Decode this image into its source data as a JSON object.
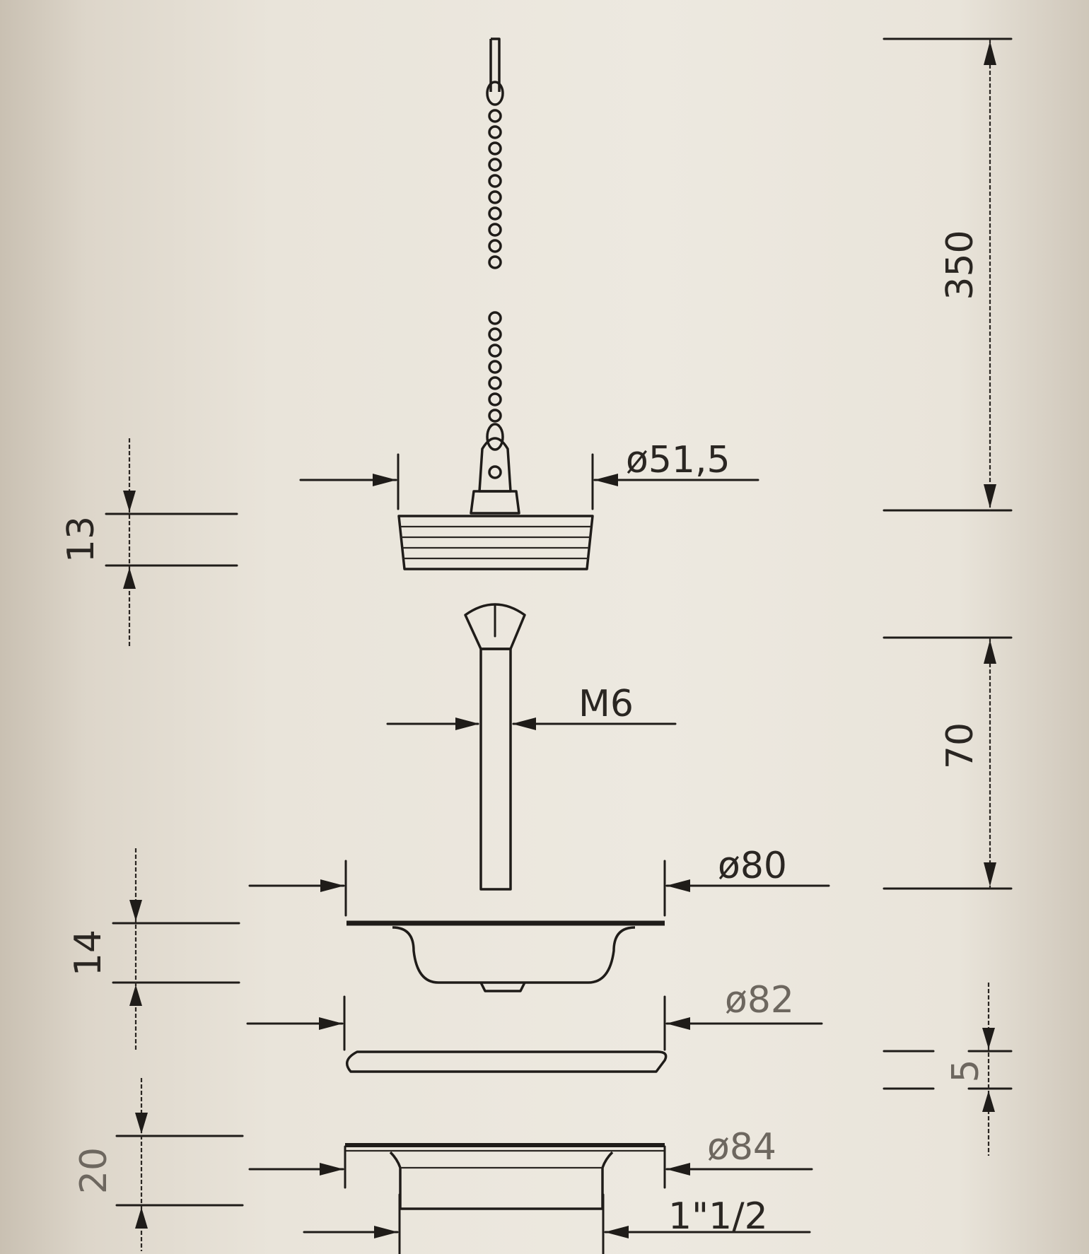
{
  "dimensions": {
    "chain_length": "350",
    "plug_diameter": "ø51,5",
    "plug_height": "13",
    "screw_thread": "M6",
    "screw_length": "70",
    "grid_diameter": "ø80",
    "grid_height": "14",
    "gasket_diameter": "ø82",
    "gasket_thickness": "5",
    "body_diameter": "ø84",
    "body_height": "20",
    "thread_size": "1\"1/2"
  },
  "colors": {
    "line": "#1f1c19",
    "paper": "#ede9e0",
    "faint_text": "#6d675f"
  }
}
